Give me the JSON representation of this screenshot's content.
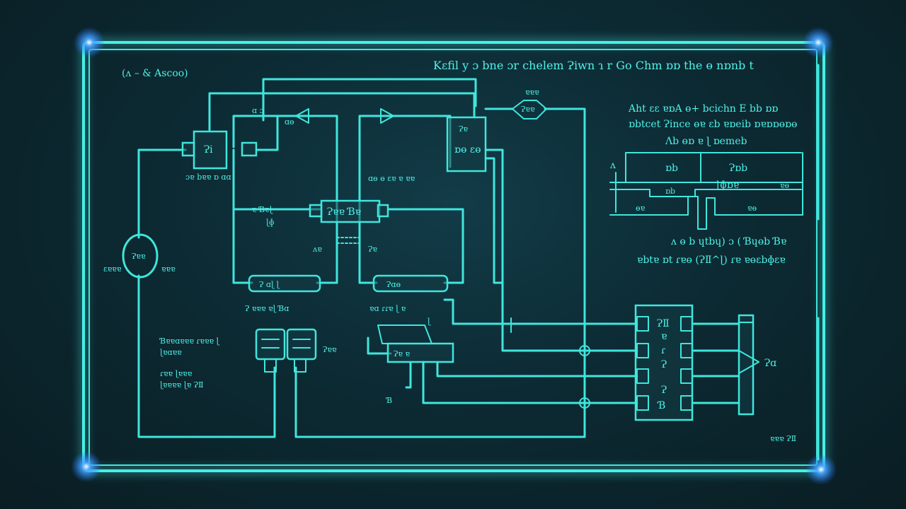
{
  "colors": {
    "line": "#3fe6dc",
    "background": "#0c2a33",
    "corner_glow": "#1e8cff"
  },
  "labels": {
    "top_left": "(ʌ – & Ascoo)",
    "header": "Kɛfil y ɔ bne  ɔr chelem  Ɂiwn ɿ r  Go  Chm  ɒɒ the ɵ nɒnb t",
    "right_note_1": "Aht ɛɛ ɐɒA ɵ+ bcichn E bb  ɒɒ",
    "right_note_2": "ɒbtcet Ɂince  ɵɐ ɛb ɐɒeib ɒɐɒɒɵɒɵ",
    "right_note_3": "Ʌb ɵɒ ɐ ɭ ɒemeb",
    "timing_a": "ʌ",
    "timing_1": "ɒb",
    "timing_2": "Ɂɒb",
    "timing_3": "ɒb",
    "timing_4": "ɭɸɒɐ",
    "timing_5": "ɐɵ",
    "timing_6": "ɵɐ",
    "timing_7": "ɐɵ",
    "formula_1": "ʌ ɵ  b ɥtbɥ) ɔ  ( Ɓɥɵb Ɓɐ",
    "formula_2": "ɐbtɐ ɒt ɾɐɵ  (ɁⅡ^ɭ) ɾɐ  ɐɵɛbɸɛɐ",
    "chip_a_tag": "Ɂi",
    "chip_a_label": "ɔɐ bɐɐ ɒ ɑɑ",
    "amp_a": "ɑ ɔ",
    "amp_b": "ɑɵ",
    "chip_b_label": "ɒɵ ɛɵ",
    "chip_b_tag": "Ɂɐ",
    "chip_b_row": "ɑɵ ɵ  ɛɐ ɐ  ɐɐ",
    "mid_box": "Ɂɐɐ Ɓɐ",
    "mid_left_1": "ɐ Ɓɐɭ",
    "mid_left_2": "ɭɸ",
    "mid_tag_left": "ʌɐ",
    "mid_tag_right": "Ɂɐ",
    "motor_left": "ɛɐɐɐ",
    "motor_right": "ɐɐɐ",
    "bus_left_1": "Ɂ ɐɐɐ ɐɭ Ɓɑ",
    "bus_left_2": "Ɂ ɑɭ ɭ",
    "bus_right_1": "ɐɑ ɾɾɐ ɭ ɐ",
    "bus_right_2": "Ɂɑɵ",
    "left_notes_1": "Ɓɐɐɑɐɐɐ  ɾɐɐɐ ɭ",
    "left_notes_2": "ɭɐɑɐɐ",
    "left_notes_3": "ɾɐɐ  ɭɐɐɐ",
    "left_notes_4": "ɭɐɐɐɐ  ɭɐ  ɁⅡ",
    "conn_label": "Ɂɐɐ",
    "switch_label": "Ɂɐ ɐ",
    "switch_tag": "ɭ",
    "low_tag": "Ɓ",
    "ic_top": "ɁⅡ",
    "ic_2": "ɐ",
    "ic_3": "ɾ",
    "ic_4": "Ɂ",
    "ic_5": "Ɂ",
    "ic_6": "Ɓ",
    "out_label": "Ɂɑ",
    "corner_note": "ɐɐɐ ɁⅡ",
    "small_top": "ɐɐɐ",
    "vco_label": "Ɂɐɐ"
  }
}
